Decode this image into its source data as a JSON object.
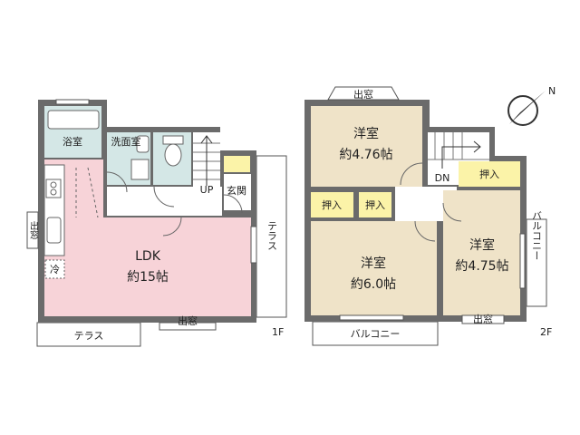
{
  "colors": {
    "ldk": "#f7d3d8",
    "bedroom": "#efe3c8",
    "bath": "#d4e7e6",
    "closet": "#fbf3a8",
    "wall": "#6b6b6b",
    "outline": "#555555"
  },
  "floor1": {
    "level": "1F",
    "rooms": {
      "bath": "浴室",
      "washroom": "洗面室",
      "ldk": "LDK",
      "ldk_size": "約15帖",
      "entrance": "玄関",
      "stairs_up": "UP"
    },
    "windows": {
      "side": "出窓",
      "bottom": "出窓"
    },
    "fridge": "冷",
    "terraces": {
      "right": "テラス",
      "bottom": "テラス"
    }
  },
  "floor2": {
    "level": "2F",
    "rooms": {
      "western_a": "洋室",
      "western_a_size": "約4.76帖",
      "western_b": "洋室",
      "western_b_size": "約6.0帖",
      "western_c": "洋室",
      "western_c_size": "約4.75帖",
      "closet_1": "押入",
      "closet_2": "押入",
      "closet_3": "押入",
      "stairs_down": "DN"
    },
    "windows": {
      "top": "出窓",
      "bottom": "出窓"
    },
    "balconies": {
      "right": "バルコニー",
      "bottom": "バルコニー"
    }
  },
  "compass": {
    "label": "N",
    "icon": "compass-north-icon"
  }
}
